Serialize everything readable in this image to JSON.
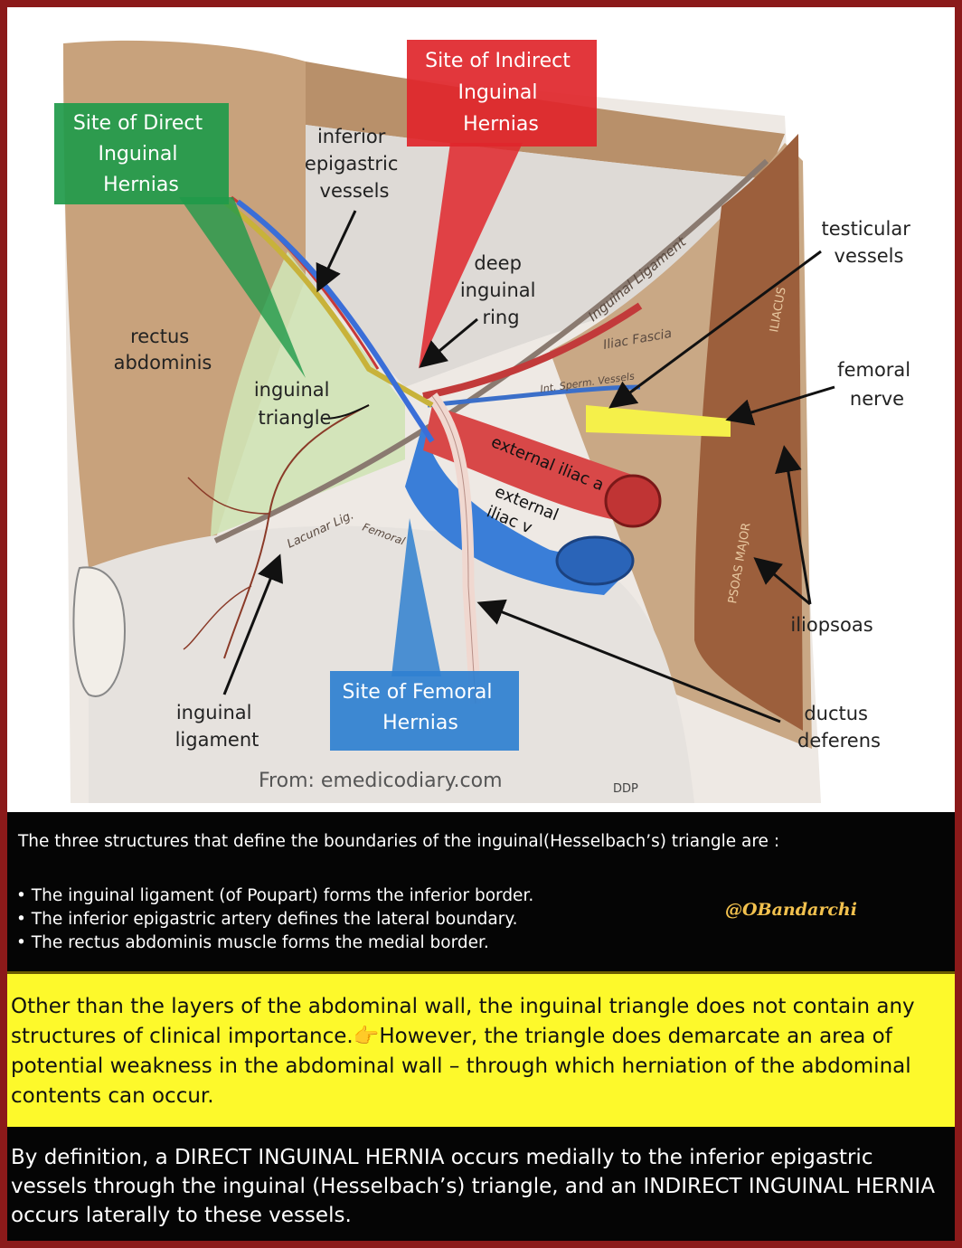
{
  "labels": {
    "site_direct": [
      "Site of Direct",
      "Inguinal",
      "Hernias"
    ],
    "site_indirect": [
      "Site of Indirect",
      "Inguinal",
      "Hernias"
    ],
    "site_femoral": [
      "Site of Femoral",
      "Hernias"
    ],
    "inferior_epigastric": [
      "inferior",
      "epigastric",
      "vessels"
    ],
    "deep_ring": [
      "deep",
      "inguinal",
      "ring"
    ],
    "testicular": [
      "testicular",
      "vessels"
    ],
    "femoral_nerve": [
      "femoral",
      "nerve"
    ],
    "rectus": [
      "rectus",
      "abdominis"
    ],
    "triangle": [
      "inguinal",
      "triangle"
    ],
    "ext_artery": "external iliac a",
    "ext_vein": [
      "external",
      "iliac v"
    ],
    "iliopsoas": "iliopsoas",
    "ligament": [
      "inguinal",
      "ligament"
    ],
    "ductus": [
      "ductus",
      "deferens"
    ],
    "source": "From: emedicodiary.com",
    "ddp": "DDP"
  },
  "engraved": {
    "inguinal_ligament": "Inguinal Ligament",
    "iliac_fascia": "Iliac Fascia",
    "int_sperm": "Int. Sperm. Vessels",
    "lacunar": "Lacunar Lig.",
    "femoral": "Femoral",
    "iliacus": "ILIACUS",
    "psoas": "PSOAS MAJOR"
  },
  "info": {
    "intro": "The three structures that define the boundaries of the inguinal(Hesselbach’s) triangle are :",
    "bullets": [
      "• The inguinal ligament (of Poupart) forms the inferior border.",
      "• The inferior epigastric artery defines the lateral boundary.",
      "• The rectus abdominis muscle forms the medial border."
    ],
    "handle": "@OBandarchi",
    "yellow_text": "Other than the layers of the abdominal wall, the inguinal triangle does not contain any structures of clinical importance.👉However, the triangle does demarcate an area of potential weakness in the abdominal wall – through which herniation of the abdominal contents can occur.",
    "bottom_text": "By definition, a DIRECT INGUINAL HERNIA occurs medially to the inferior epigastric vessels through the inguinal (Hesselbach’s) triangle, and an INDIRECT INGUINAL HERNIA occurs laterally to these vessels."
  },
  "colors": {
    "frame": "#8b1a1a",
    "direct_box": "#1f9a4a",
    "indirect_box": "#e0262b",
    "femoral_box": "#2f80d0",
    "yellow_panel": "#fdf92b",
    "handle": "#f2c14e"
  }
}
